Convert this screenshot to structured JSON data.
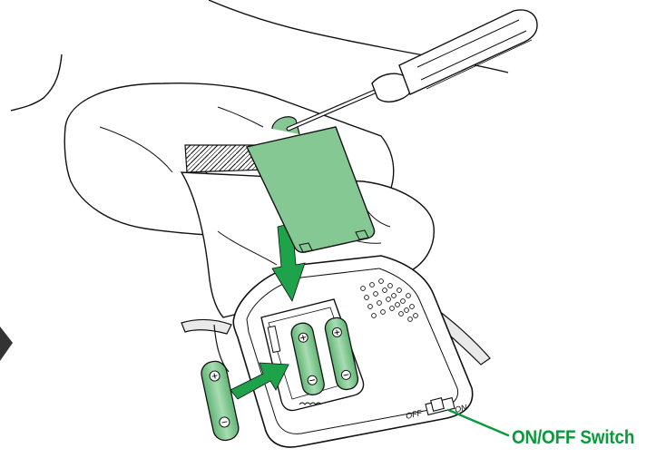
{
  "callout": {
    "label": "ON/OFF Switch",
    "color": "#0a9a3a"
  },
  "switch": {
    "off_label": "OFF",
    "on_label": "ON"
  },
  "colors": {
    "line": "#111111",
    "part_fill": "#86c894",
    "arrow": "#1ea34a",
    "fabric_shade": "#e9e9e9"
  },
  "icons": [
    "screwdriver-icon",
    "battery-icon",
    "insert-arrow-icon",
    "down-arrow-icon"
  ]
}
